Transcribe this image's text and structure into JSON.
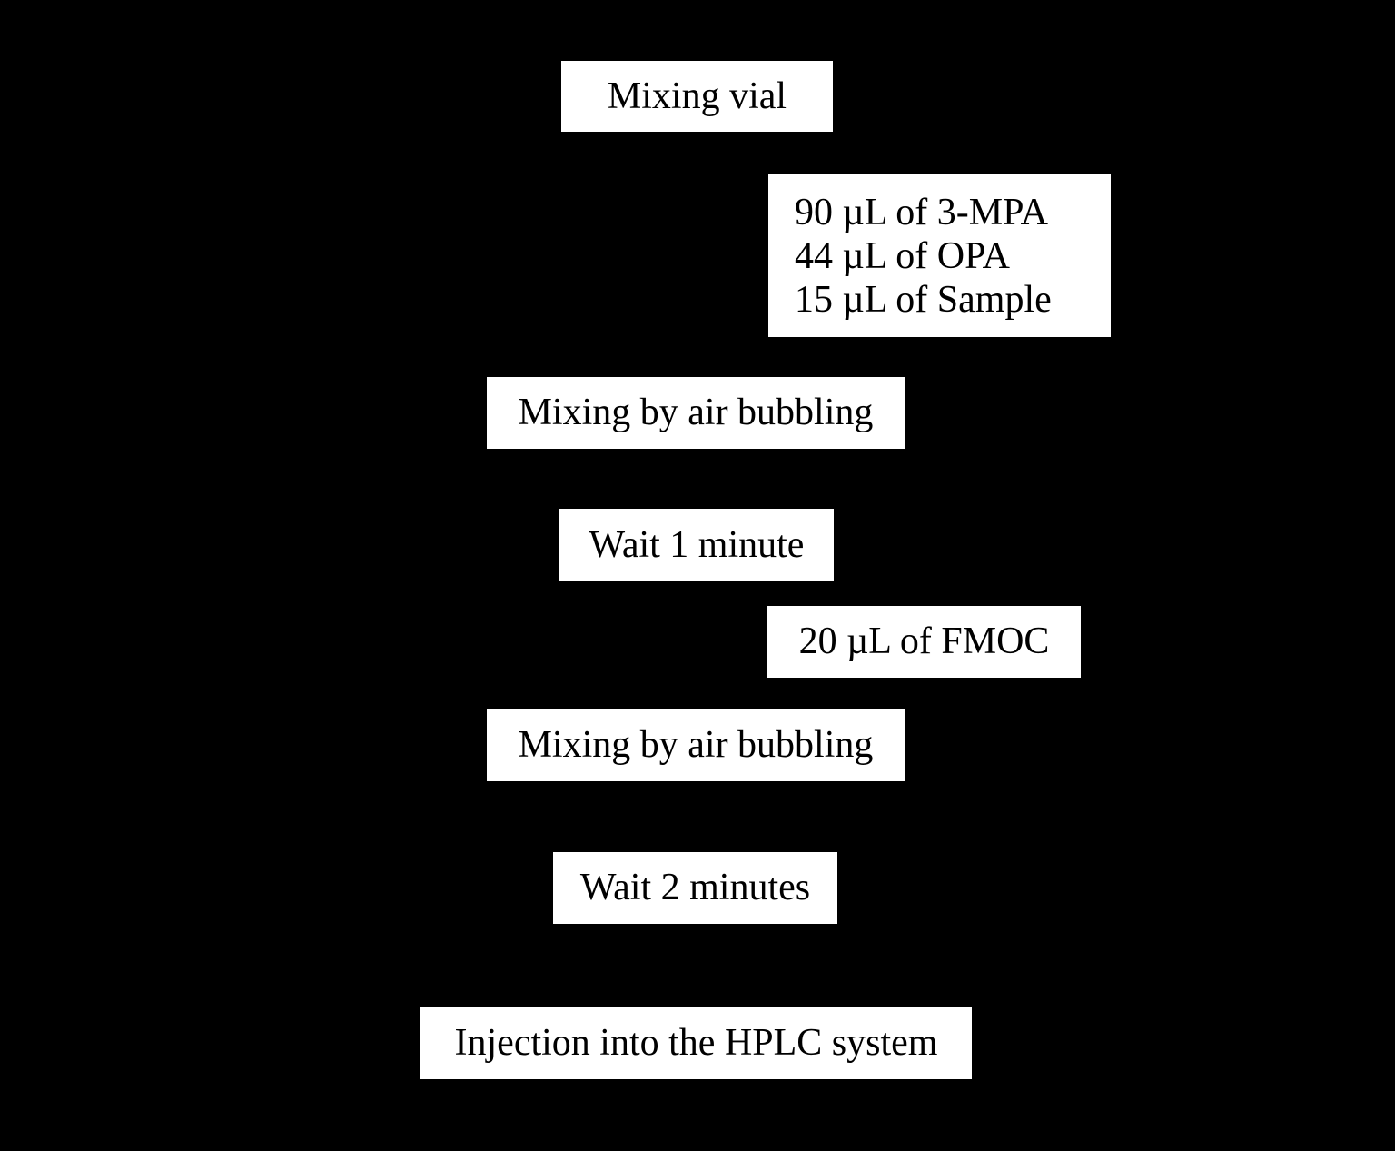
{
  "colors": {
    "background": "#000000",
    "box_fill": "#ffffff",
    "box_text": "#000000"
  },
  "flowchart": {
    "steps": [
      {
        "id": "mixing-vial",
        "label": "Mixing vial"
      },
      {
        "id": "reagents",
        "lines": [
          "90 µL of 3-MPA",
          "44 µL of OPA",
          "15 µL of Sample"
        ]
      },
      {
        "id": "mixing-1",
        "label": "Mixing by air bubbling"
      },
      {
        "id": "wait-1",
        "label": "Wait 1 minute"
      },
      {
        "id": "fmoc",
        "label": "20 µL of FMOC"
      },
      {
        "id": "mixing-2",
        "label": "Mixing by air bubbling"
      },
      {
        "id": "wait-2",
        "label": "Wait 2 minutes"
      },
      {
        "id": "injection",
        "label": "Injection into the HPLC system"
      }
    ]
  }
}
